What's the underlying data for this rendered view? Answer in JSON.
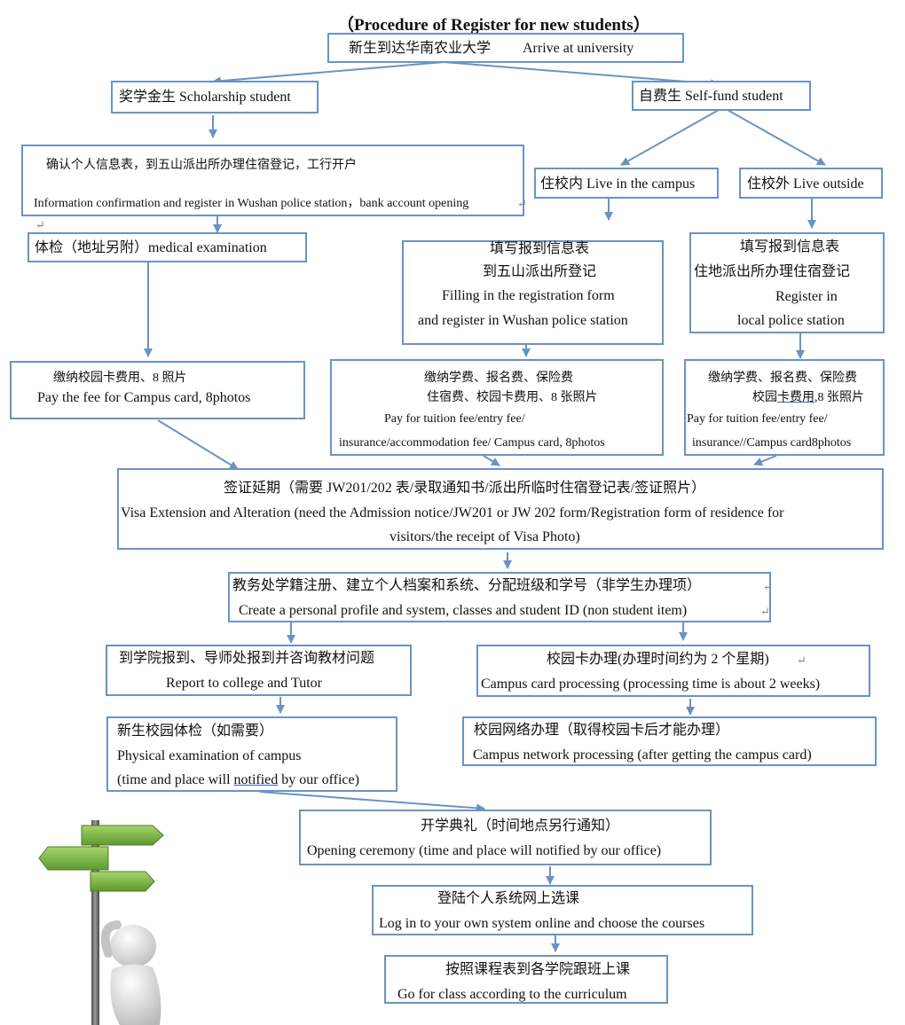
{
  "title": "（Procedure of Register for new students）",
  "arrive": {
    "cn": "新生到达华南农业大学",
    "en": "Arrive at university"
  },
  "scholarship": {
    "label": "奖学金生 Scholarship student"
  },
  "selffund": {
    "label": "自费生  Self-fund student"
  },
  "confirm": {
    "cn": "确认个人信息表，到五山派出所办理住宿登记，工行开户",
    "en": "Information confirmation and register in Wushan police station，bank account opening"
  },
  "medical": {
    "label": "体检（地址另附）medical examination"
  },
  "campus_in": {
    "label": "住校内 Live in the campus"
  },
  "campus_out": {
    "label": "住校外 Live outside"
  },
  "form_in": {
    "line1": "填写报到信息表",
    "line2": "到五山派出所登记",
    "line3": "Filling in the registration form",
    "line4": "and register in Wushan police station"
  },
  "form_out": {
    "line1": "填写报到信息表",
    "line2": "住地派出所办理住宿登记",
    "line3": "Register in",
    "line4": "local police station"
  },
  "pay_card": {
    "cn": "缴纳校园卡费用、8 照片",
    "en": "Pay the fee for Campus card, 8photos"
  },
  "pay_in": {
    "cn1": "缴纳学费、报名费、保险费",
    "cn2": "住宿费、校园卡费用、8 张照片",
    "en1": "Pay for tuition fee/entry fee/",
    "en2": "insurance/accommodation fee/ Campus card, 8photos"
  },
  "pay_out": {
    "cn1": "缴纳学费、报名费、保险费",
    "cn2a": "校园",
    "cn2b": "卡费用",
    "cn2c": ",8 张照片",
    "en1": "Pay for tuition fee/entry fee/",
    "en2": "insurance//Campus card8photos"
  },
  "visa": {
    "cn": "签证延期（需要 JW201/202 表/录取通知书/派出所临时住宿登记表/签证照片）",
    "en1": "Visa Extension and Alteration (need the Admission notice/JW201 or JW 202 form/Registration form of residence for",
    "en2": "visitors/the receipt of Visa Photo)"
  },
  "profile": {
    "cn": "教务处学籍注册、建立个人档案和系统、分配班级和学号（非学生办理项）",
    "en": "Create a personal profile and system, classes and student ID  (non student item)"
  },
  "college": {
    "cn": "到学院报到、导师处报到并咨询教材问题",
    "en": "Report to college and Tutor"
  },
  "card_proc": {
    "cn": "校园卡办理(办理时间约为 2 个星期)",
    "en": "Campus card processing (processing time is about 2 weeks)"
  },
  "phys": {
    "cn": "新生校园体检（如需要）",
    "en1": "Physical examination of campus",
    "en2a": "(time and place will ",
    "en2b": "notified",
    "en2c": " by our office)"
  },
  "network": {
    "cn": "校园网络办理（取得校园卡后才能办理）",
    "en": "Campus network processing (after getting the campus card)"
  },
  "ceremony": {
    "cn": "开学典礼（时间地点另行通知）",
    "en": "Opening ceremony (time and place will notified by our office)"
  },
  "login": {
    "cn": "登陆个人系统网上选课",
    "en": "Log in to your own system online and choose the courses"
  },
  "class": {
    "cn": "按照课程表到各学院跟班上课",
    "en": "Go for class according to the curriculum"
  },
  "colors": {
    "box_border": "#6a93c4",
    "arrow": "#6a93c4",
    "sign_green": "#7ab648"
  },
  "icons": {
    "signpost": "signpost-figure-icon",
    "return_mark": "paragraph-return-icon"
  },
  "return_glyph": "↵"
}
